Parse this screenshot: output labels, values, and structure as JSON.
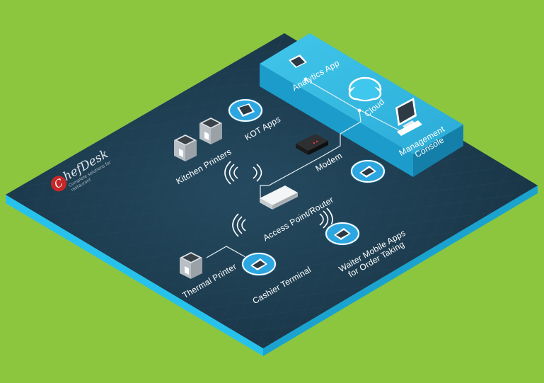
{
  "brand": {
    "name": "hefDesk",
    "initial": "C",
    "tagline": "Complete solutions for restaurant"
  },
  "nodes": {
    "analytics_app": "Analytics App",
    "cloud": "Cloud",
    "management_console_line1": "Management",
    "management_console_line2": "Console",
    "kot_apps": "KOT Apps",
    "kitchen_printers": "Kitchen Printers",
    "modem": "Modem",
    "access_point": "Access Point/Router",
    "thermal_printer": "Thermal Printer",
    "cashier_terminal": "Cashier Terminal",
    "waiter_apps_line1": "Waiter Mobile Apps",
    "waiter_apps_line2": "for Order Taking"
  },
  "colors": {
    "background": "#8cc63f",
    "floor": "#1d3a4c",
    "floor_edge": "#27c2ec",
    "cloud_platform": "#29b6df",
    "device_circle": "#2ba6e0"
  },
  "icons": [
    "tablet-icon",
    "printer-icon",
    "router-icon",
    "modem-icon",
    "cloud-icon",
    "monitor-icon",
    "wifi-signal-icon"
  ]
}
